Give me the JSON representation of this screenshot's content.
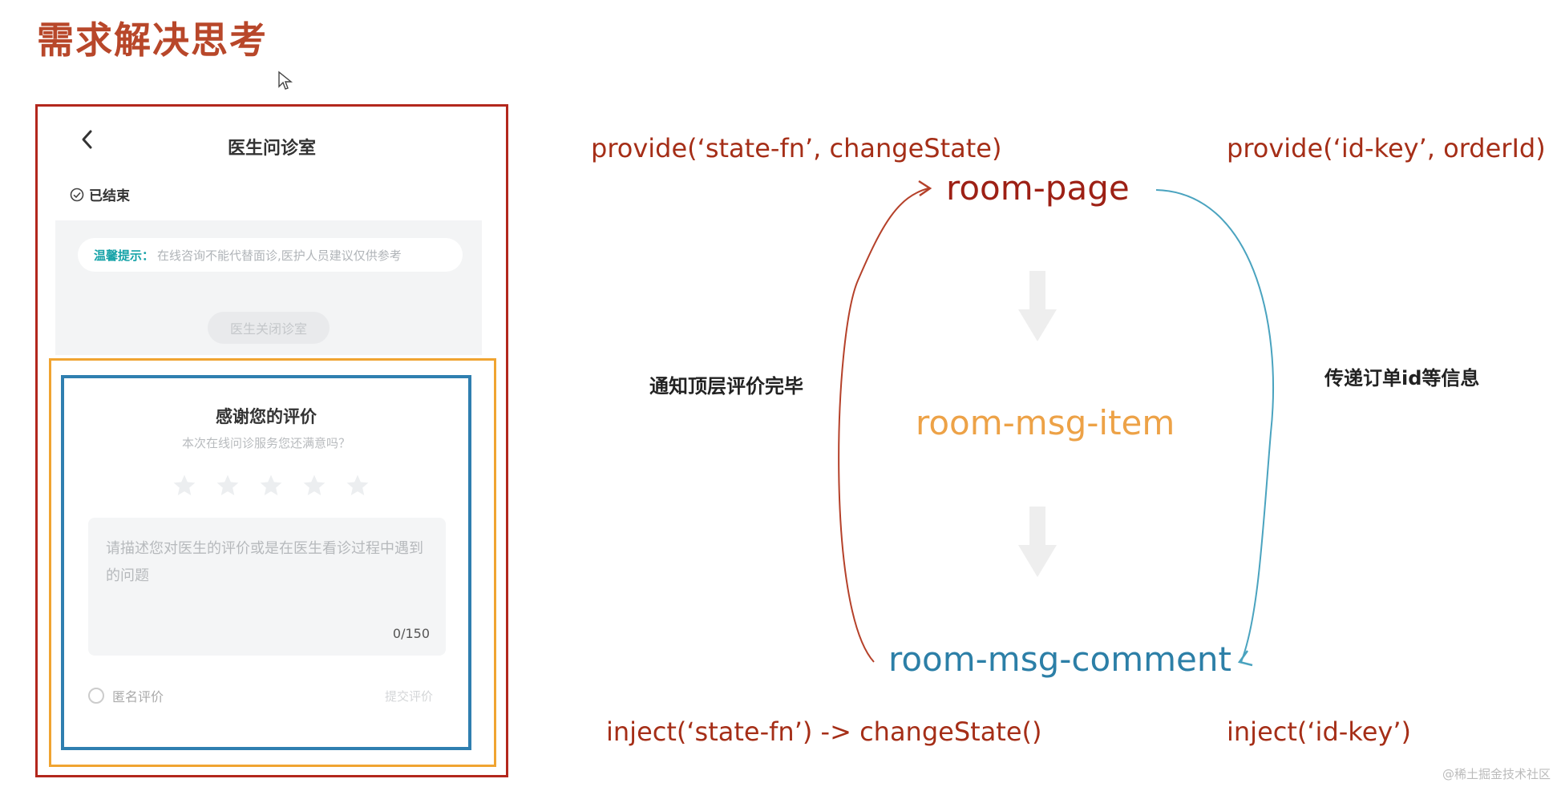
{
  "title": "需求解决思考",
  "phone": {
    "nav_title": "医生问诊室",
    "status_text": "已结束",
    "tip_label": "温馨提示：",
    "tip_text": "在线咨询不能代替面诊,医护人员建议仅供参考",
    "close_button": "医生关闭诊室",
    "evaluation": {
      "title": "感谢您的评价",
      "subtitle": "本次在线问诊服务您还满意吗？",
      "star_count": 5,
      "placeholder": "请描述您对医生的评价或是在医生看诊过程中遇到的问题",
      "counter": "0/150",
      "anonymous_label": "匿名评价",
      "submit_label": "提交评价"
    }
  },
  "diagram": {
    "nodes": {
      "room_page": "room-page",
      "room_msg_item": "room-msg-item",
      "room_msg_comment": "room-msg-comment"
    },
    "code": {
      "provide_state": "provide(‘state-fn’, changeState)",
      "provide_id": "provide(‘id-key’, orderId)",
      "inject_state": "inject(‘state-fn’) -> changeState()",
      "inject_id": "inject(‘id-key’)"
    },
    "labels": {
      "notify": "通知顶层评价完毕",
      "pass": "传递订单id等信息"
    },
    "colors": {
      "title": "#b8472a",
      "phone_frame": "#b3271d",
      "orange_frame": "#f0a431",
      "blue_frame": "#2f7fb0",
      "room_page": "#9d2015",
      "room_msg_item": "#eda247",
      "room_msg_comment": "#2c7fa7",
      "code_text": "#a52e17",
      "red_arc": "#b5412a",
      "blue_arc": "#4aa3bf"
    }
  },
  "watermark": "@稀土掘金技术社区"
}
